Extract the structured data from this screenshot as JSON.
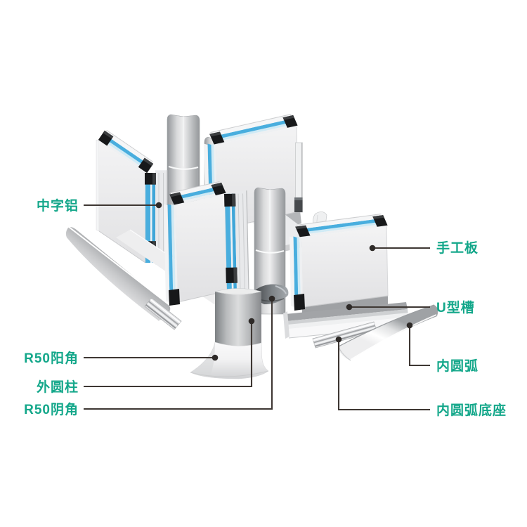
{
  "figure": {
    "type": "product-exploded-diagram",
    "background": "#ffffff",
    "label_color": "#13a78a",
    "leader_line_color": "#3e3733",
    "leader_dot_color": "#2e2a28",
    "accent_blue": "#49aede",
    "labels": {
      "zhong_zi_lv": "中字铝",
      "shou_gong_ban": "手工板",
      "u_xing_cao": "U型槽",
      "nei_yuan_hu": "内圆弧",
      "r50_yang_jiao": "R50阳角",
      "wai_yuan_zhu": "外圆柱",
      "r50_yin_jiao": "R50阴角",
      "nei_yuan_hu_di_zuo": "内圆弧底座"
    }
  }
}
